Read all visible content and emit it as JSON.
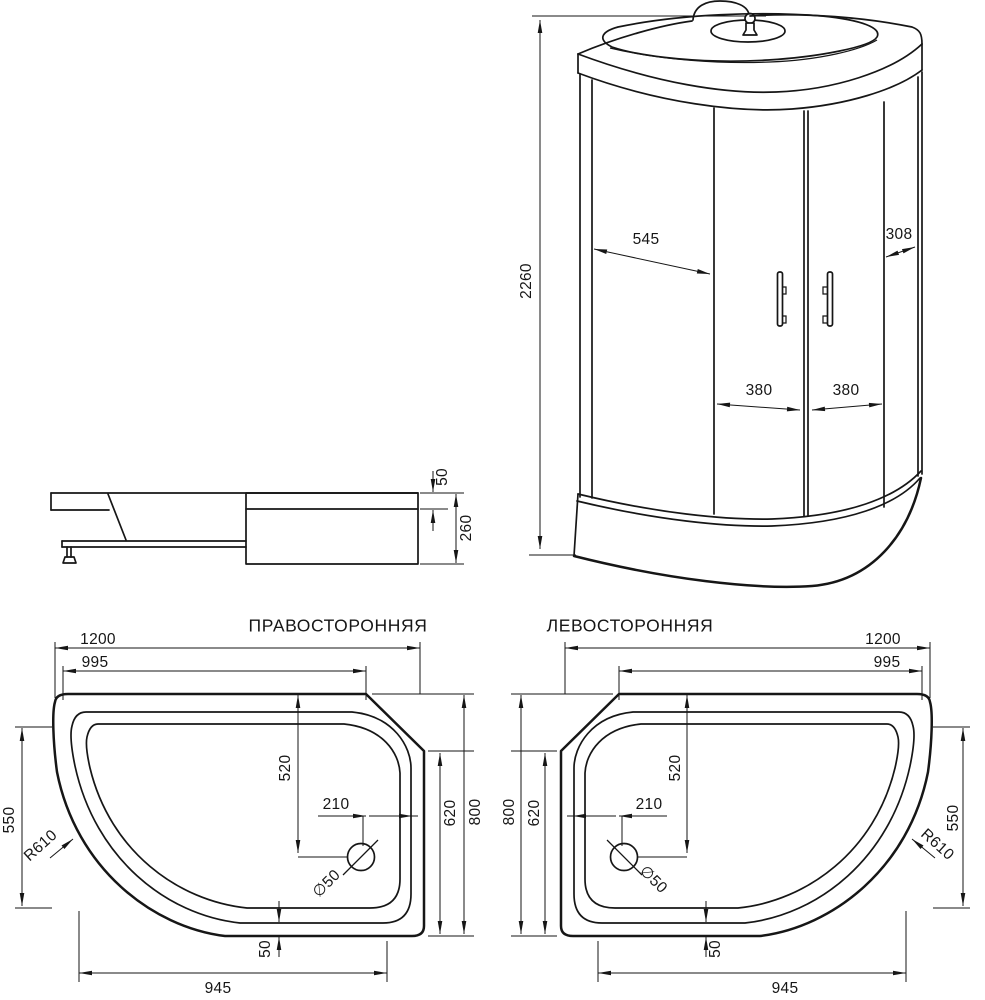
{
  "front_view": {
    "overall_height": "2260",
    "back_glass_width": "545",
    "side_glass_width": "308",
    "left_door_width": "380",
    "right_door_width": "380"
  },
  "side_view": {
    "rim_height": "50",
    "tray_height": "260"
  },
  "plan_views": {
    "right_handed_title": "ПРАВОСТОРОННЯЯ",
    "left_handed_title": "ЛЕВОСТОРОННЯЯ",
    "dims": {
      "overall_width": "1200",
      "top_edge_width": "995",
      "drain_offset_depth": "520",
      "drain_offset_width": "210",
      "drain_diameter": "∅50",
      "side_inner_depth": "550",
      "corner_radius": "R610",
      "inner_depth": "620",
      "overall_depth": "800",
      "rim_width": "50",
      "bottom_width": "945"
    }
  }
}
